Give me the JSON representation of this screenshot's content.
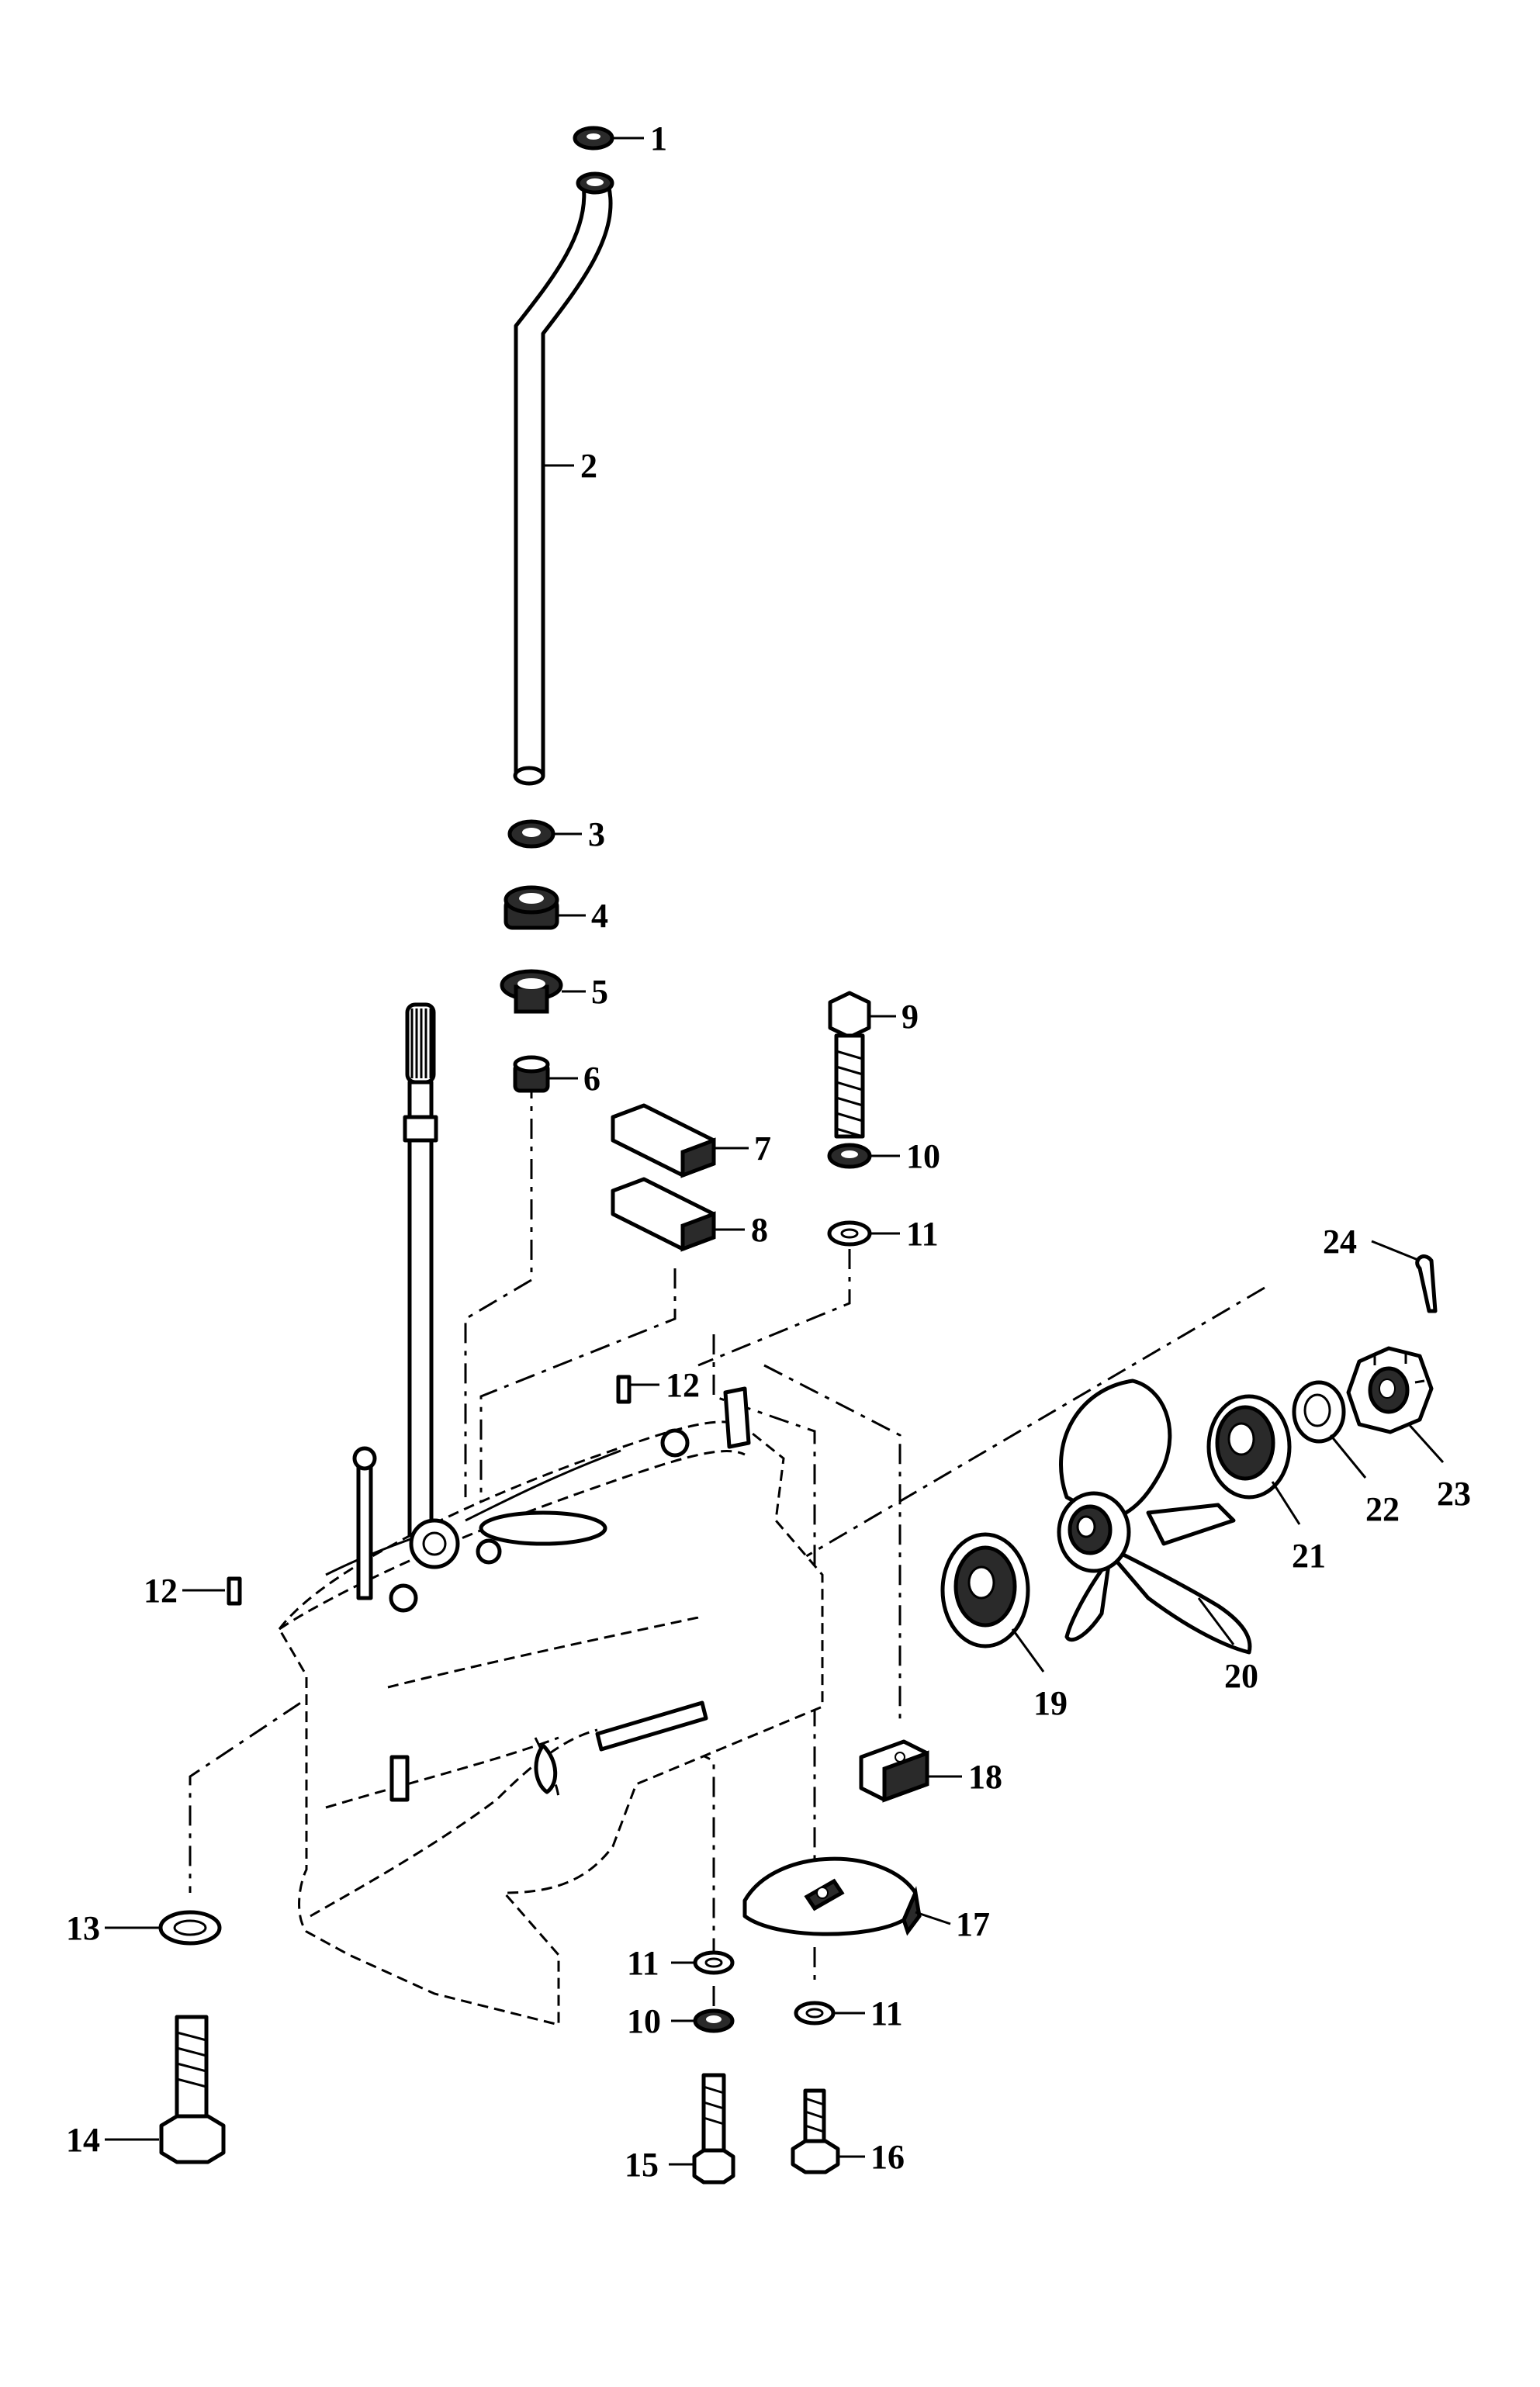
{
  "diagram": {
    "type": "exploded-parts-diagram",
    "colors": {
      "line": "#000000",
      "background": "#ffffff",
      "shade": "#2a2a2a"
    },
    "callouts": [
      {
        "id": "c1",
        "label": "1"
      },
      {
        "id": "c2",
        "label": "2"
      },
      {
        "id": "c3",
        "label": "3"
      },
      {
        "id": "c4",
        "label": "4"
      },
      {
        "id": "c5",
        "label": "5"
      },
      {
        "id": "c6",
        "label": "6"
      },
      {
        "id": "c7",
        "label": "7"
      },
      {
        "id": "c8",
        "label": "8"
      },
      {
        "id": "c9",
        "label": "9"
      },
      {
        "id": "c10a",
        "label": "10"
      },
      {
        "id": "c11a",
        "label": "11"
      },
      {
        "id": "c12a",
        "label": "12"
      },
      {
        "id": "c12b",
        "label": "12"
      },
      {
        "id": "c13",
        "label": "13"
      },
      {
        "id": "c14",
        "label": "14"
      },
      {
        "id": "c11b",
        "label": "11"
      },
      {
        "id": "c10b",
        "label": "10"
      },
      {
        "id": "c15",
        "label": "15"
      },
      {
        "id": "c11c",
        "label": "11"
      },
      {
        "id": "c16",
        "label": "16"
      },
      {
        "id": "c17",
        "label": "17"
      },
      {
        "id": "c18",
        "label": "18"
      },
      {
        "id": "c19",
        "label": "19"
      },
      {
        "id": "c20",
        "label": "20"
      },
      {
        "id": "c21",
        "label": "21"
      },
      {
        "id": "c22",
        "label": "22"
      },
      {
        "id": "c23",
        "label": "23"
      },
      {
        "id": "c24",
        "label": "24"
      }
    ]
  }
}
